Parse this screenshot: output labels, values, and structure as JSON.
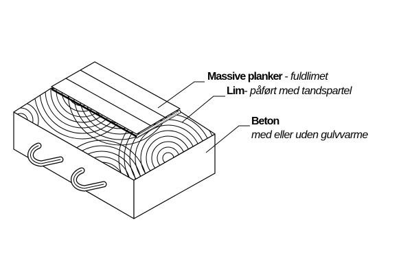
{
  "diagram": {
    "type": "isometric-cross-section",
    "subject": "floor construction",
    "layers": [
      {
        "name": "Massive planker",
        "separator": " - ",
        "description": "fuldlimet"
      },
      {
        "name": "Lim",
        "separator": "- ",
        "description": "påført med tandspartel"
      },
      {
        "name": "Beton",
        "description": "med eller uden gulvvarme"
      }
    ],
    "colors": {
      "stroke": "#000000",
      "fill": "#ffffff"
    }
  }
}
